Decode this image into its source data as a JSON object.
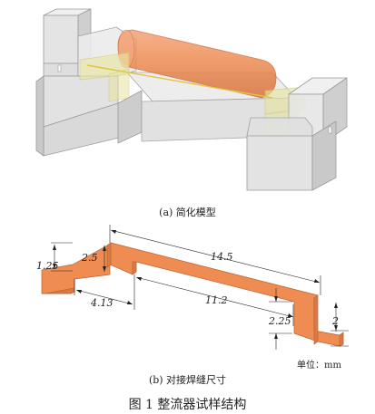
{
  "captions": {
    "a": "(a) 简化模型",
    "b": "(b) 对接焊缝尺寸",
    "figure": "图 1   整流器试样结构"
  },
  "unit": "单位：mm",
  "dimensions": {
    "d_1_25": "1.25",
    "d_2_5": "2.5",
    "d_14_5": "14.5",
    "d_4_13": "4.13",
    "d_11_2": "11.2",
    "d_2_25": "2.25",
    "d_2": "2"
  },
  "colors": {
    "copper": "#ee8c52",
    "fixture": "#e6e6e6",
    "solder": "#e6e2b0"
  }
}
